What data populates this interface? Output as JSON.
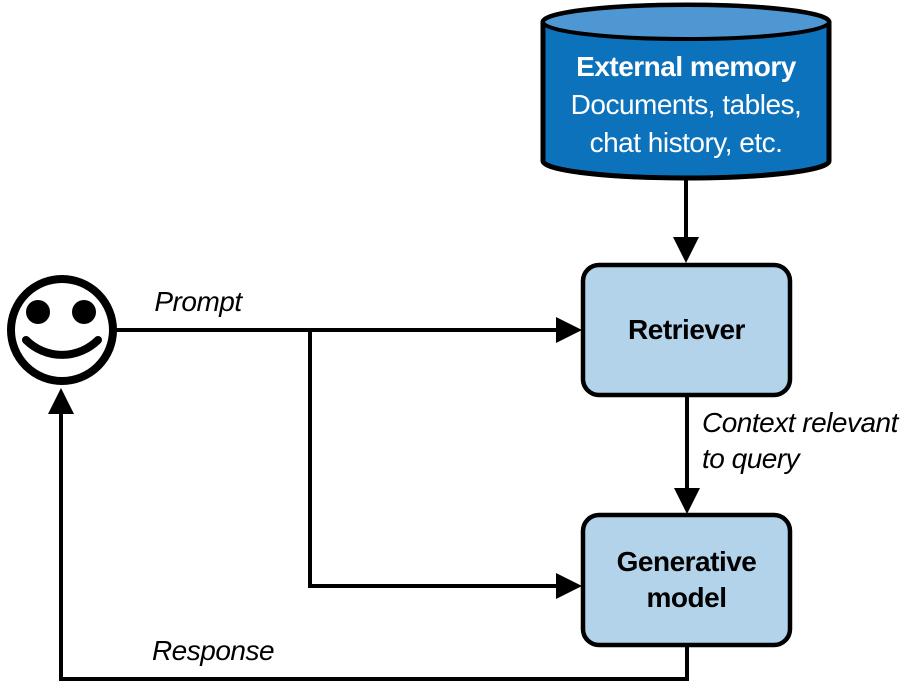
{
  "nodes": {
    "external_memory": {
      "title": "External memory",
      "subtitle": "Documents, tables,\nchat history, etc."
    },
    "retriever": {
      "label": "Retriever"
    },
    "generative_model": {
      "label": "Generative\nmodel"
    },
    "user": {
      "icon": "smiley-face"
    }
  },
  "edge_labels": {
    "prompt": "Prompt",
    "context": "Context relevant\nto query",
    "response": "Response"
  },
  "colors": {
    "cylinder_body": "#0D72BC",
    "cylinder_top": "#4E97D2",
    "node_fill": "#B2D3E9",
    "outline": "#000000",
    "cylinder_text": "#FFFFFF",
    "label_text": "#000000",
    "background": "#FFFFFF"
  }
}
